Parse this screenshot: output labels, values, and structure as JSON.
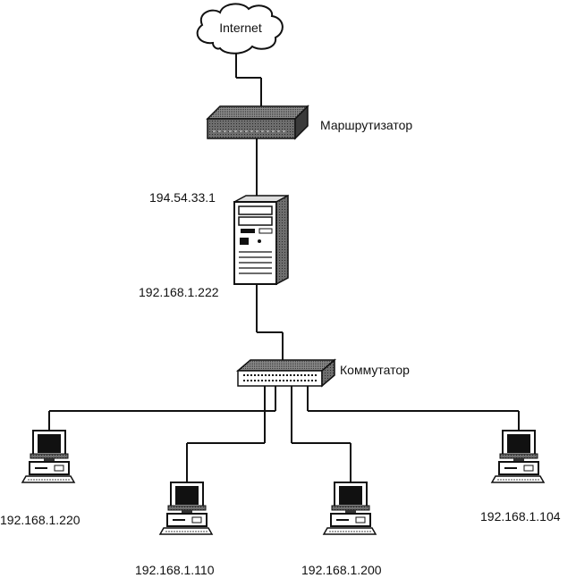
{
  "cloud": {
    "label": "Internet"
  },
  "router": {
    "label": "Маршрутизатор"
  },
  "server": {
    "ip_external": "194.54.33.1",
    "ip_internal": "192.168.1.222"
  },
  "switch": {
    "label": "Коммутатор"
  },
  "computers": [
    {
      "ip": "192.168.1.220"
    },
    {
      "ip": "192.168.1.110"
    },
    {
      "ip": "192.168.1.200"
    },
    {
      "ip": "192.168.1.104"
    }
  ]
}
